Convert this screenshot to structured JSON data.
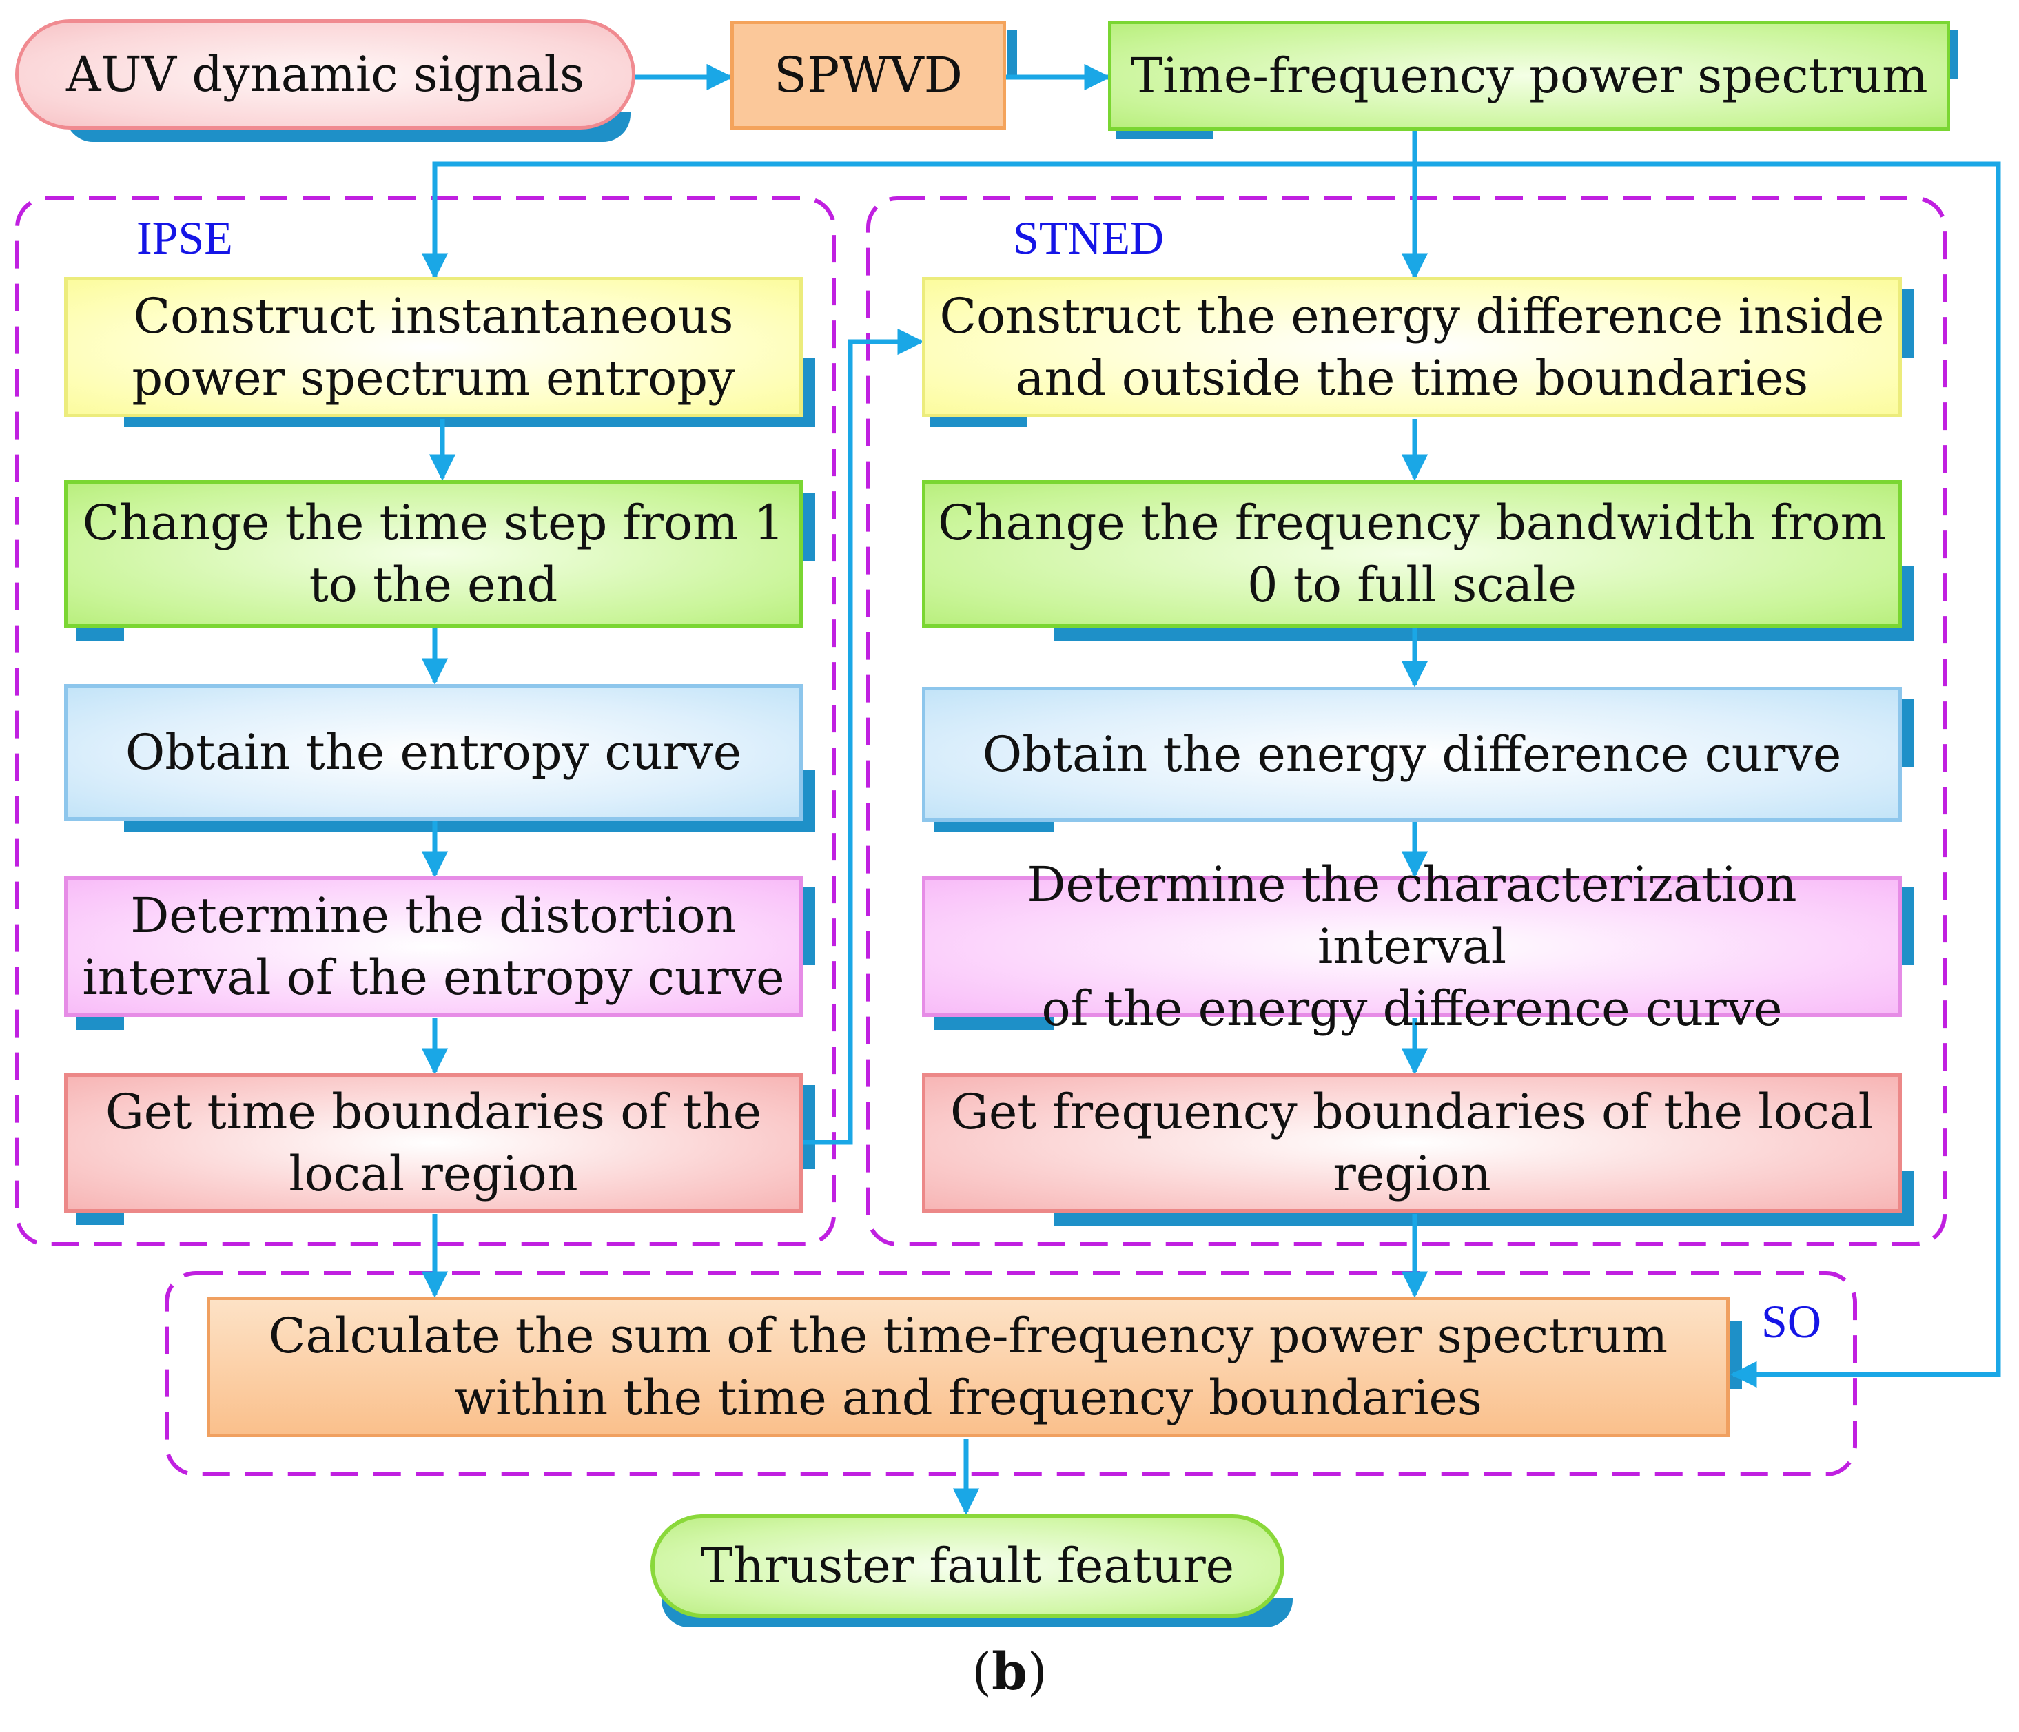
{
  "nodes": {
    "auv": "AUV dynamic signals",
    "spwvd": "SPWVD",
    "tfps": "Time-frequency power spectrum",
    "ipse_1": "Construct instantaneous\npower spectrum entropy",
    "ipse_2": "Change the time step from 1\nto the end",
    "ipse_3": "Obtain the entropy curve",
    "ipse_4": "Determine the distortion\ninterval of the entropy curve",
    "ipse_5": "Get time boundaries of the\nlocal region",
    "stned_1": "Construct the energy difference inside\nand outside the time boundaries",
    "stned_2": "Change the frequency bandwidth from\n0 to full scale",
    "stned_3": "Obtain the energy difference curve",
    "stned_4": "Determine the characterization interval\nof the energy difference curve",
    "stned_5": "Get frequency boundaries of the local\nregion",
    "so": "Calculate the sum of  the time-frequency power spectrum\nwithin the time and frequency boundaries",
    "out": "Thruster fault feature"
  },
  "groups": {
    "ipse": "IPSE",
    "stned": "STNED",
    "so": "SO"
  },
  "caption": {
    "open": "(",
    "letter": "b",
    "close": ")"
  },
  "colors": {
    "arrow": "#1aa7e6",
    "shadow": "#1e90c8",
    "group_border": "#c020e0",
    "group_label": "#1515e6"
  }
}
